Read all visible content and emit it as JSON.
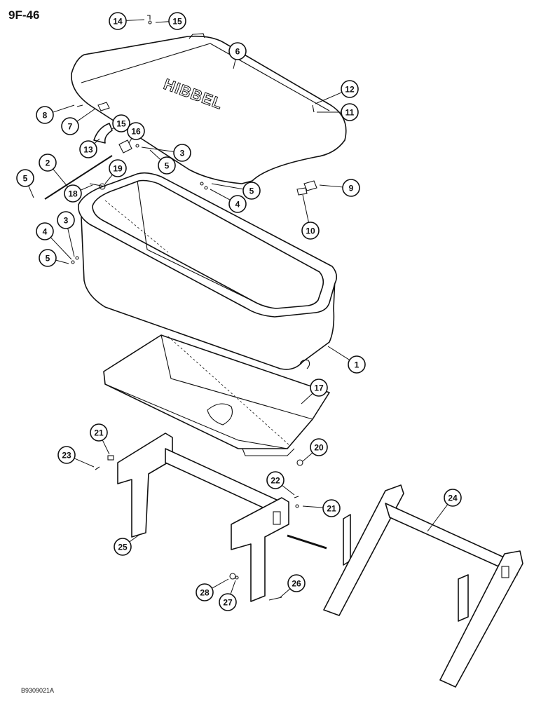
{
  "page_code": "9F-46",
  "figure_code": "B9309021A",
  "lid_logo": "HIBBEL",
  "callouts": [
    {
      "id": "c14",
      "label": "14"
    },
    {
      "id": "c15a",
      "label": "15"
    },
    {
      "id": "c6",
      "label": "6"
    },
    {
      "id": "c12",
      "label": "12"
    },
    {
      "id": "c11",
      "label": "11"
    },
    {
      "id": "c8",
      "label": "8"
    },
    {
      "id": "c7",
      "label": "7"
    },
    {
      "id": "c15b",
      "label": "15"
    },
    {
      "id": "c16",
      "label": "16"
    },
    {
      "id": "c13",
      "label": "13"
    },
    {
      "id": "c3a",
      "label": "3"
    },
    {
      "id": "c2",
      "label": "2"
    },
    {
      "id": "c19",
      "label": "19"
    },
    {
      "id": "c5a",
      "label": "5"
    },
    {
      "id": "c5b",
      "label": "5"
    },
    {
      "id": "c18",
      "label": "18"
    },
    {
      "id": "c5c",
      "label": "5"
    },
    {
      "id": "c4a",
      "label": "4"
    },
    {
      "id": "c9",
      "label": "9"
    },
    {
      "id": "c3b",
      "label": "3"
    },
    {
      "id": "c10",
      "label": "10"
    },
    {
      "id": "c4b",
      "label": "4"
    },
    {
      "id": "c5d",
      "label": "5"
    },
    {
      "id": "c1",
      "label": "1"
    },
    {
      "id": "c17",
      "label": "17"
    },
    {
      "id": "c21a",
      "label": "21"
    },
    {
      "id": "c20",
      "label": "20"
    },
    {
      "id": "c23",
      "label": "23"
    },
    {
      "id": "c22",
      "label": "22"
    },
    {
      "id": "c24",
      "label": "24"
    },
    {
      "id": "c21b",
      "label": "21"
    },
    {
      "id": "c25",
      "label": "25"
    },
    {
      "id": "c26",
      "label": "26"
    },
    {
      "id": "c28",
      "label": "28"
    },
    {
      "id": "c27",
      "label": "27"
    }
  ]
}
